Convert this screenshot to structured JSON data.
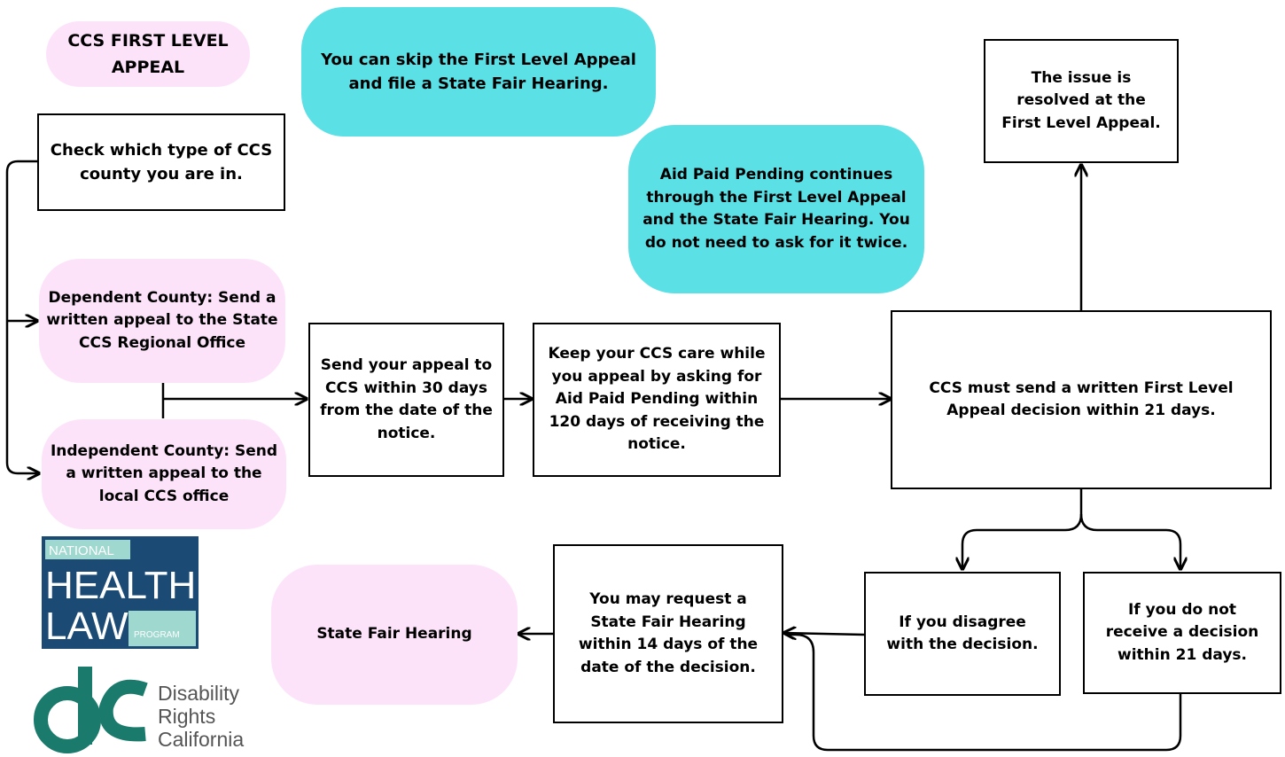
{
  "diagram": {
    "title": "CCS FIRST LEVEL APPEAL",
    "nodes": {
      "skip": "You can skip the First Level Appeal and file a State Fair Hearing.",
      "check_county": "Check which type of CCS county you are in.",
      "aid_paid_note": "Aid Paid Pending continues through the First Level Appeal and the State Fair Hearing. You do not need to ask for it twice.",
      "issue_resolved": "The issue is resolved at the First Level Appeal.",
      "dependent_county": "Dependent County: Send a written appeal to the State CCS Regional Office",
      "independent_county": "Independent County: Send a written appeal to the local CCS office",
      "send_appeal": "Send your appeal to CCS within 30 days from the date of the notice.",
      "keep_care": "Keep your CCS care while you appeal by asking for Aid Paid Pending within 120 days of receiving the notice.",
      "decision_21": "CCS must send a written First Level Appeal decision within 21 days.",
      "disagree": "If you disagree with the decision.",
      "no_decision": "If you do not receive a decision within 21 days.",
      "request_hearing": "You may request a State Fair Hearing within 14 days of the date of the decision.",
      "state_hearing": "State Fair Hearing"
    }
  },
  "logos": {
    "nhl": {
      "top": "NATIONAL",
      "main1": "HEALTH",
      "main2": "LAW",
      "tag": "PROGRAM",
      "color": "#1b4a74",
      "accent": "#9fd8cf"
    },
    "drc": {
      "line1": "Disability",
      "line2": "Rights",
      "line3": "California",
      "color": "#1a7a6c"
    }
  },
  "colors": {
    "pink": "#fde3fa",
    "teal": "#5be0e6"
  }
}
